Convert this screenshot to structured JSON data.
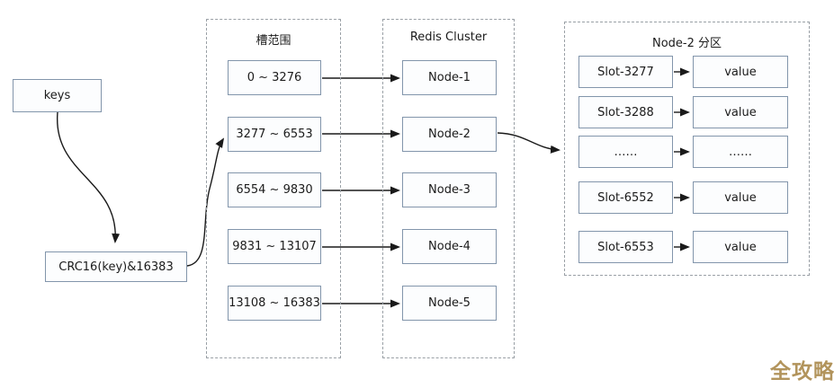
{
  "diagram": {
    "keys_label": "keys",
    "hash_label": "CRC16(key)&16383",
    "slot_container": {
      "title": "槽范围",
      "ranges": [
        "0 ~ 3276",
        "3277 ~ 6553",
        "6554 ~ 9830",
        "9831 ~ 13107",
        "13108 ~ 16383"
      ]
    },
    "cluster_container": {
      "title": "Redis Cluster",
      "nodes": [
        "Node-1",
        "Node-2",
        "Node-3",
        "Node-4",
        "Node-5"
      ]
    },
    "partition_container": {
      "title": "Node-2 分区",
      "rows": [
        {
          "slot": "Slot-3277",
          "value": "value"
        },
        {
          "slot": "Slot-3288",
          "value": "value"
        },
        {
          "slot": "……",
          "value": "……"
        },
        {
          "slot": "Slot-6552",
          "value": "value"
        },
        {
          "slot": "Slot-6553",
          "value": "value"
        }
      ]
    },
    "watermark": "全攻略",
    "colors": {
      "box_border": "#8295ab",
      "box_fill": "#fcfdfe",
      "dashed_border": "#9aa0a6",
      "arrow": "#1a1a1a",
      "watermark": "#b2945c"
    }
  }
}
